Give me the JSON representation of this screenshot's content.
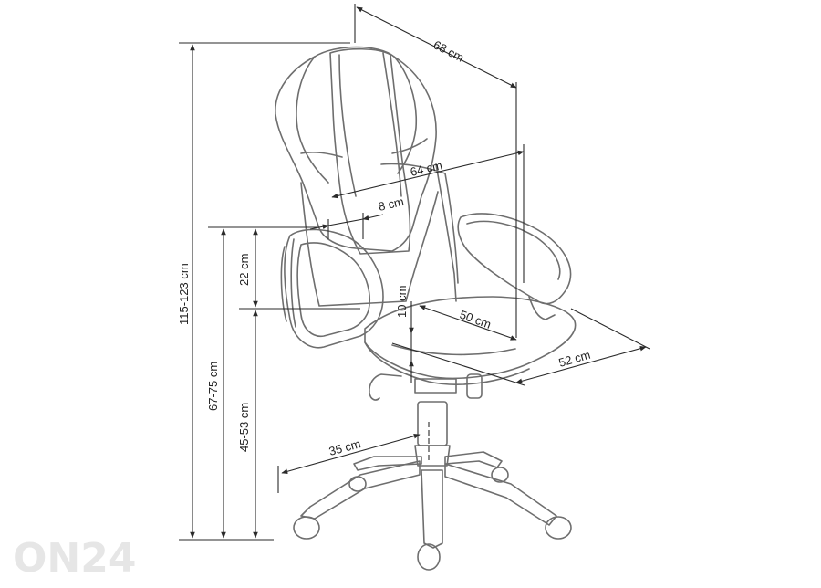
{
  "dimensions": {
    "depth_top": "68 cm",
    "seat_back_width": "64 cm",
    "armrest_width": "8 cm",
    "armrest_height": "22 cm",
    "total_height": "115-123 cm",
    "armrest_floor_height": "67-75 cm",
    "seat_height": "45-53 cm",
    "seat_thickness": "10 cm",
    "seat_depth": "50 cm",
    "seat_width": "52 cm",
    "base_radius": "35 cm"
  },
  "watermark": "ON24",
  "colors": {
    "line": "#2a2a2a",
    "outline": "#6e6e6e",
    "watermark": "#e6e6e6"
  }
}
